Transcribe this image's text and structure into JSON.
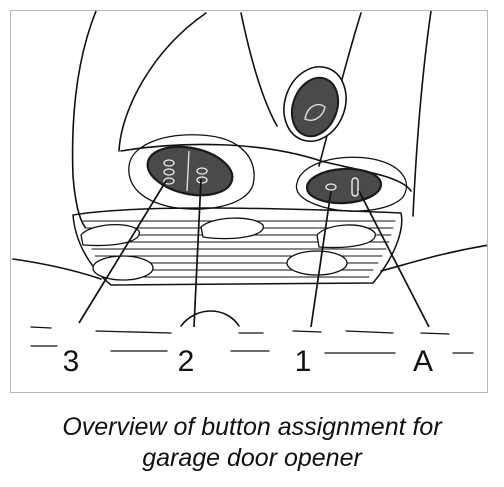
{
  "figure": {
    "caption_line_1": "Overview of button assignment for",
    "caption_line_2": "garage door opener"
  },
  "callouts": {
    "button_3": "3",
    "button_2": "2",
    "button_1": "1",
    "indicator_a": "A"
  },
  "colors": {
    "ink": "#111111",
    "button_fill": "#4a4a4a",
    "button_rim": "#1a1a1a",
    "frame_border": "#b8b8b8"
  }
}
